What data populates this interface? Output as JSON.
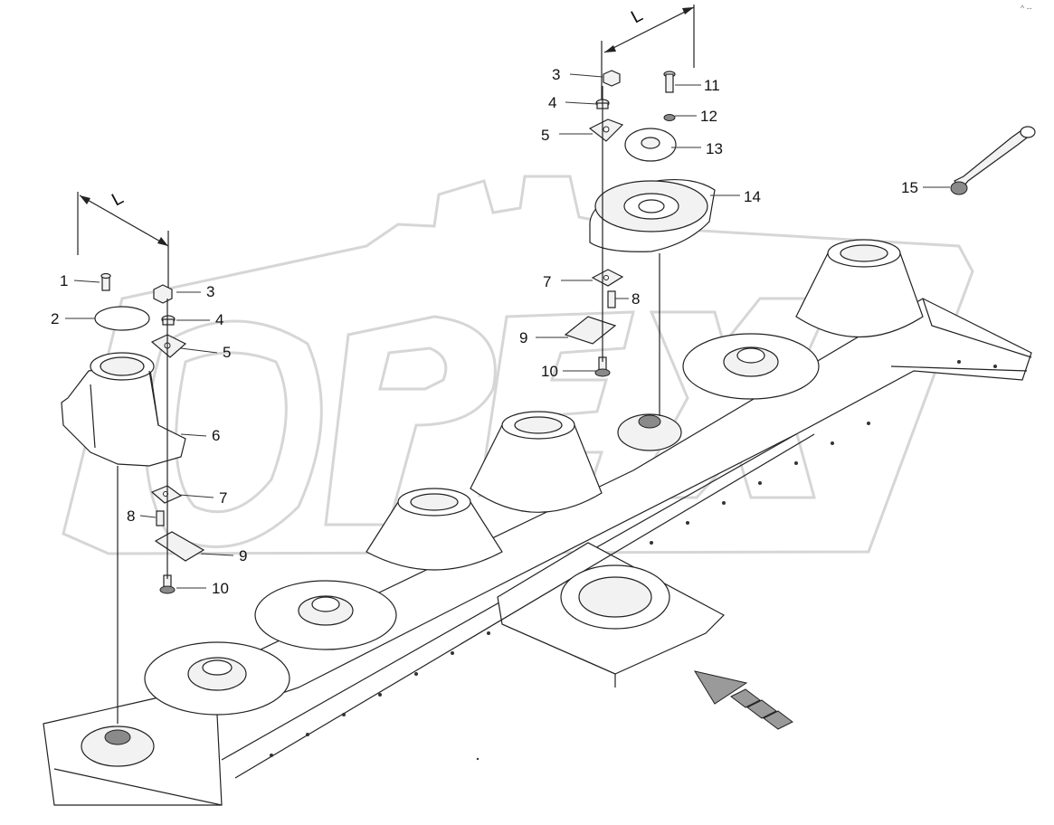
{
  "corner_mark": "^ --",
  "dimension_label": "L",
  "callouts": [
    {
      "id": "c1-left",
      "text": "1"
    },
    {
      "id": "c2-left",
      "text": "2"
    },
    {
      "id": "c3-left",
      "text": "3"
    },
    {
      "id": "c4-left",
      "text": "4"
    },
    {
      "id": "c5-left",
      "text": "5"
    },
    {
      "id": "c6-left",
      "text": "6"
    },
    {
      "id": "c7-left",
      "text": "7"
    },
    {
      "id": "c8-left",
      "text": "8"
    },
    {
      "id": "c9-left",
      "text": "9"
    },
    {
      "id": "c10-left",
      "text": "10"
    },
    {
      "id": "c3-right",
      "text": "3"
    },
    {
      "id": "c4-right",
      "text": "4"
    },
    {
      "id": "c5-right",
      "text": "5"
    },
    {
      "id": "c7-right",
      "text": "7"
    },
    {
      "id": "c8-right",
      "text": "8"
    },
    {
      "id": "c9-right",
      "text": "9"
    },
    {
      "id": "c10-right",
      "text": "10"
    },
    {
      "id": "c11",
      "text": "11"
    },
    {
      "id": "c12",
      "text": "12"
    },
    {
      "id": "c13",
      "text": "13"
    },
    {
      "id": "c14",
      "text": "14"
    },
    {
      "id": "c15",
      "text": "15"
    }
  ]
}
